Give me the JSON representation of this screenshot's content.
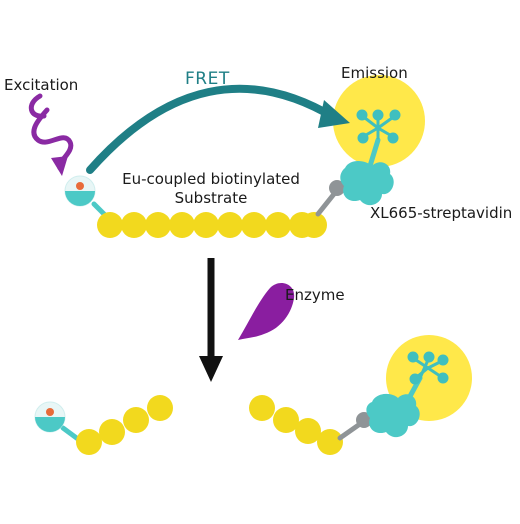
{
  "labels": {
    "excitation": "Excitation",
    "fret": "FRET",
    "emission": "Emission",
    "substrate_line1": "Eu-coupled biotinylated",
    "substrate_line2": "Substrate",
    "acceptor": "XL665-streptavidin",
    "enzyme": "Enzyme"
  },
  "colors": {
    "fret": "#1f7f86",
    "excitation": "#8a2aa3",
    "enzyme": "#8a1ea0",
    "bead": "#f2d91e",
    "teal": "#4cc9c6",
    "linker": "#8f9497",
    "glow": "#ffe84a",
    "arrow": "#111111"
  },
  "icons": [
    "excitation-wave-icon",
    "europium-donor-icon",
    "streptavidin-acceptor-icon",
    "xl665-fluorophore-icon",
    "enzyme-icon"
  ]
}
